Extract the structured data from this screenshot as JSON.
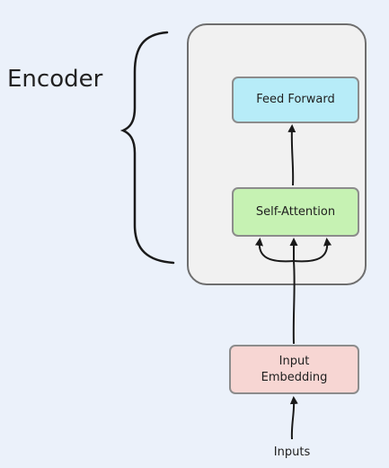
{
  "encoder": {
    "label": "Encoder",
    "container_color": "#f1f1f1"
  },
  "blocks": {
    "feed_forward": {
      "label": "Feed Forward",
      "color": "#b7ecf8"
    },
    "self_attention": {
      "label": "Self-Attention",
      "color": "#c6f2b3"
    },
    "input_embedding": {
      "label": "Input\nEmbedding",
      "color": "#f7d6d3"
    }
  },
  "inputs": {
    "label": "Inputs"
  }
}
